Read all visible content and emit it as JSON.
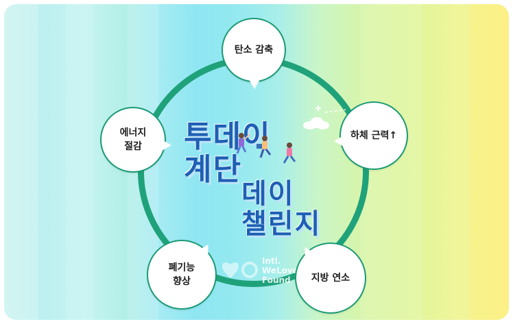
{
  "title": {
    "line1": "투데이",
    "line2": "계단",
    "line3": "데이",
    "line4": "챌린지"
  },
  "benefits": {
    "top": "탄소 감축",
    "right": "하체 근력↑",
    "left_line1": "에너지",
    "left_line2": "절감",
    "bottom_left_line1": "폐기능",
    "bottom_left_line2": "향상",
    "bottom_right": "지방 연소"
  },
  "watermark": {
    "line1": "Intl.",
    "line2": "WeLove",
    "line3": "Found"
  },
  "colors": {
    "ring": "#1fa27a",
    "title": "#1f5fb4",
    "bubble": "#ffffff"
  }
}
